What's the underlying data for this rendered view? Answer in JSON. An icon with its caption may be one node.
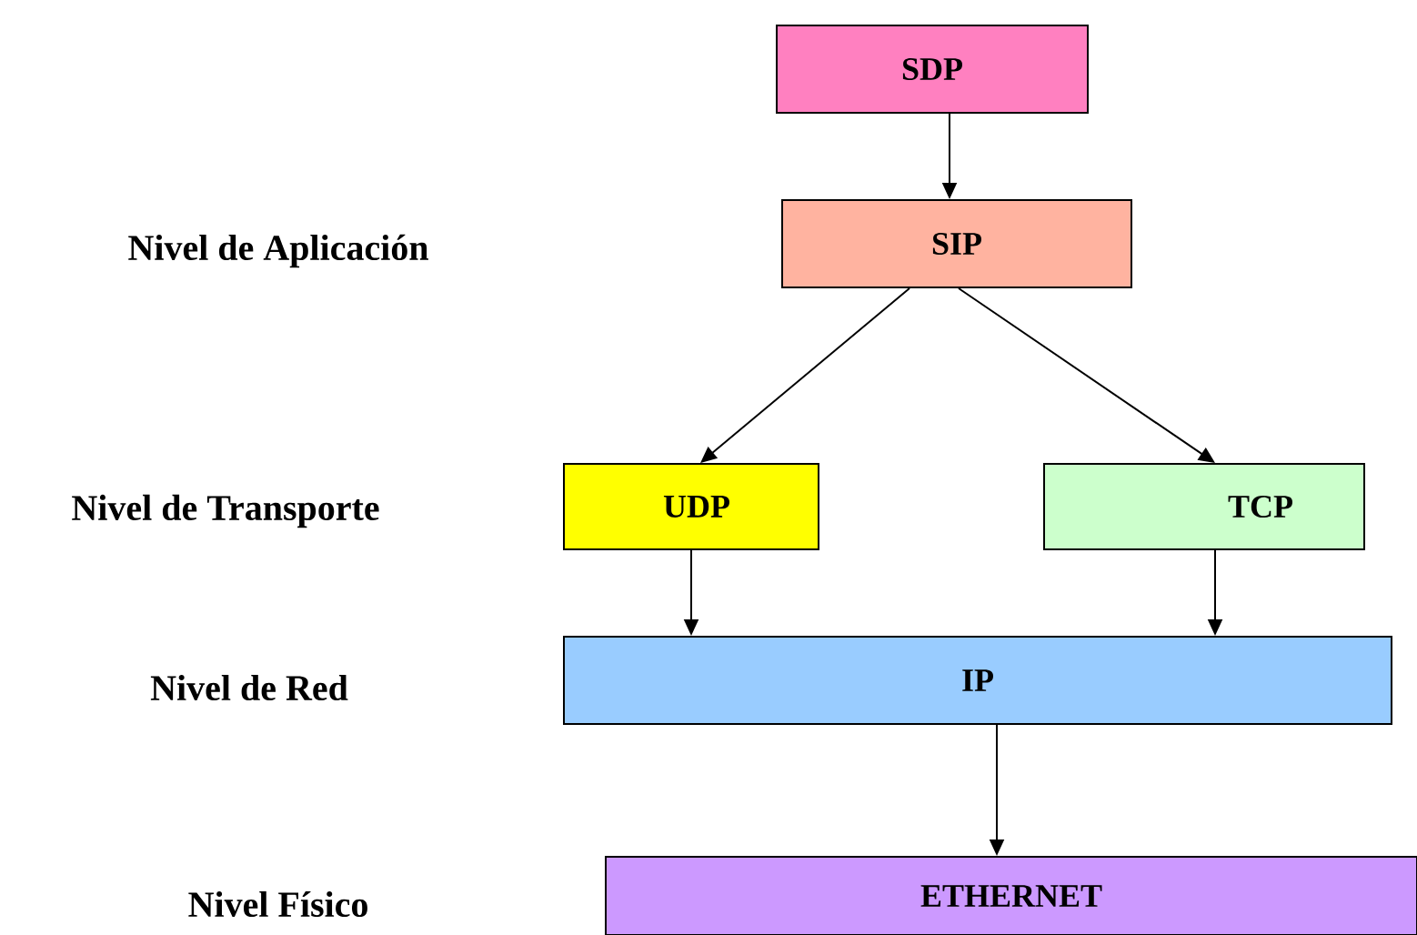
{
  "diagram": {
    "nodes": [
      {
        "text": [
          "SDP"
        ]
      },
      {
        "text": [
          "SIP"
        ]
      },
      {
        "text": [
          "UDP"
        ]
      },
      {
        "text": [
          "TCP"
        ]
      },
      {
        "text": [
          "IP"
        ]
      },
      {
        "text": [
          "ETHERNET"
        ]
      }
    ],
    "edges": [
      {
        "from": 0,
        "to": 1,
        "arrow": "to"
      },
      {
        "from": 1,
        "to": 2,
        "arrow": "to"
      },
      {
        "from": 1,
        "to": 3,
        "arrow": "to"
      },
      {
        "from": 2,
        "to": 4,
        "arrow": "to"
      },
      {
        "from": 3,
        "to": 4,
        "arrow": "to"
      },
      {
        "from": 4,
        "to": 5,
        "arrow": "to"
      }
    ],
    "labels": [
      "Nivel de Aplicación",
      "Nivel de Transporte",
      "Nivel de Red",
      "Nivel Físico"
    ]
  }
}
